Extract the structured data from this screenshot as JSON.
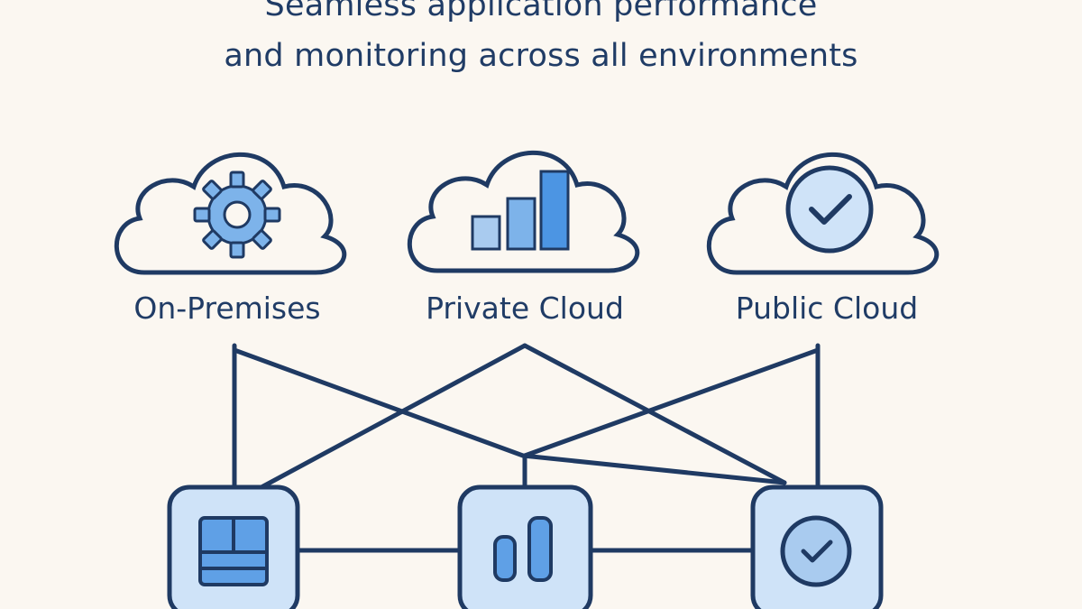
{
  "title": {
    "line1": "Seamless application performance",
    "line2": "and monitoring across all environments"
  },
  "environments": [
    {
      "label": "On-Premises",
      "icon": "gear-icon"
    },
    {
      "label": "Private Cloud",
      "icon": "bar-chart-icon"
    },
    {
      "label": "Public Cloud",
      "icon": "check-circle-icon"
    }
  ],
  "nodes": [
    {
      "icon": "dashboard-grid-icon"
    },
    {
      "icon": "bar-chart-icon"
    },
    {
      "icon": "check-circle-icon"
    }
  ],
  "colors": {
    "outline": "#1F3A63",
    "fill_light": "#CFE3F8",
    "fill_mid": "#5FA0E6",
    "background": "#FBF7F1"
  }
}
